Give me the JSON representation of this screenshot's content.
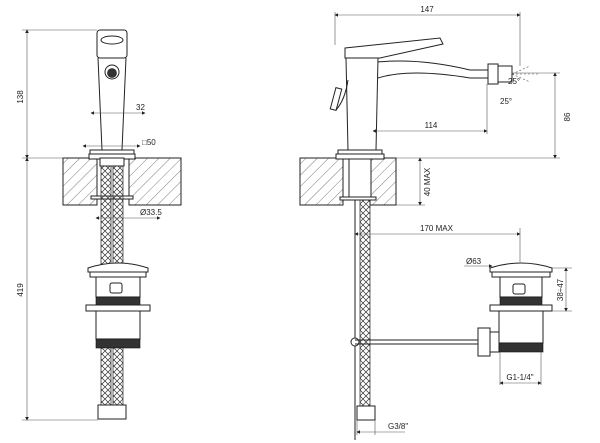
{
  "front_view": {
    "height_top": "138",
    "height_total": "419",
    "spout_width": "32",
    "base_square": "□50",
    "shank_diameter": "Ø33.5"
  },
  "side_view": {
    "projection": "147",
    "spout_height": "86",
    "spout_reach": "114",
    "angle_up": "25°",
    "angle_down": "25°",
    "deck_thickness": "40 MAX",
    "rod_reach": "170 MAX",
    "drain_diameter": "Ø63",
    "drain_height": "38÷47",
    "drain_thread": "G1-1/4\"",
    "hose_thread": "G3/8\""
  }
}
